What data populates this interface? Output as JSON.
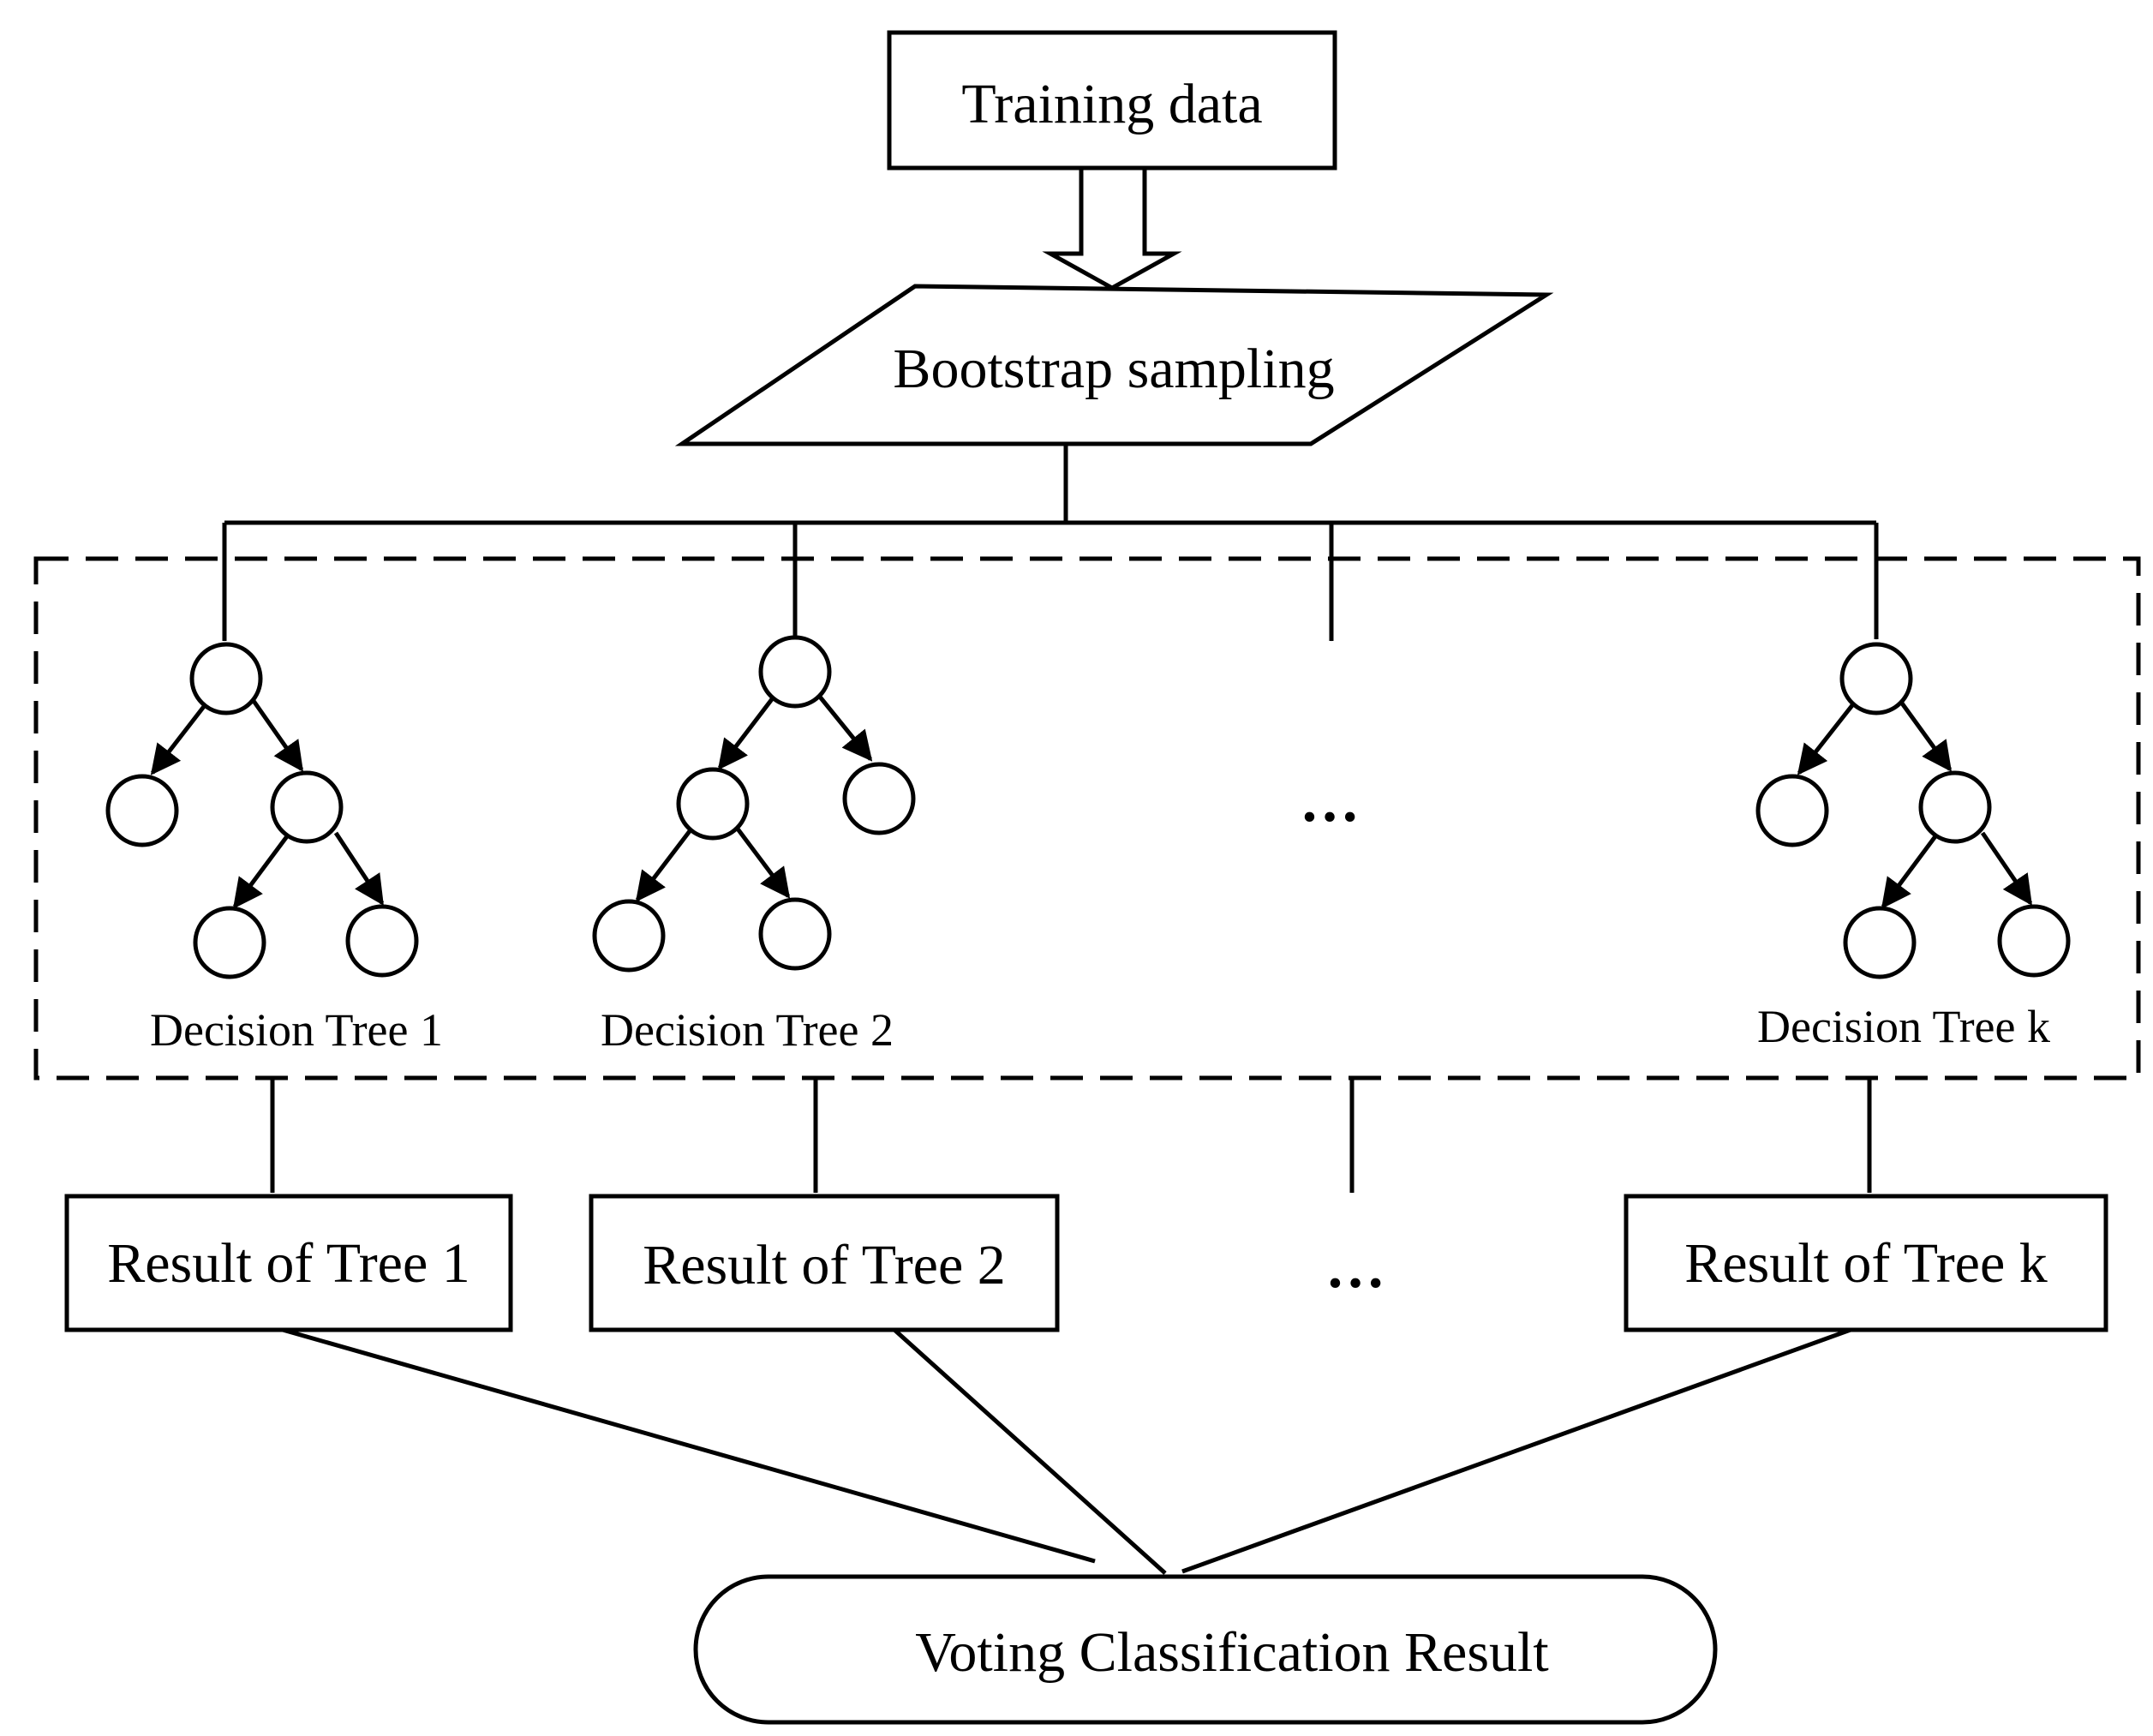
{
  "nodes": {
    "training_data": "Training data",
    "bootstrap_sampling": "Bootstrap sampling",
    "voting_result": "Voting Classification Result"
  },
  "trees": [
    {
      "label": "Decision Tree 1",
      "result": "Result of Tree 1"
    },
    {
      "label": "Decision Tree 2",
      "result": "Result of Tree 2"
    },
    {
      "label": "Decision Tree k",
      "result": "Result of Tree k"
    }
  ],
  "ellipsis": "…"
}
